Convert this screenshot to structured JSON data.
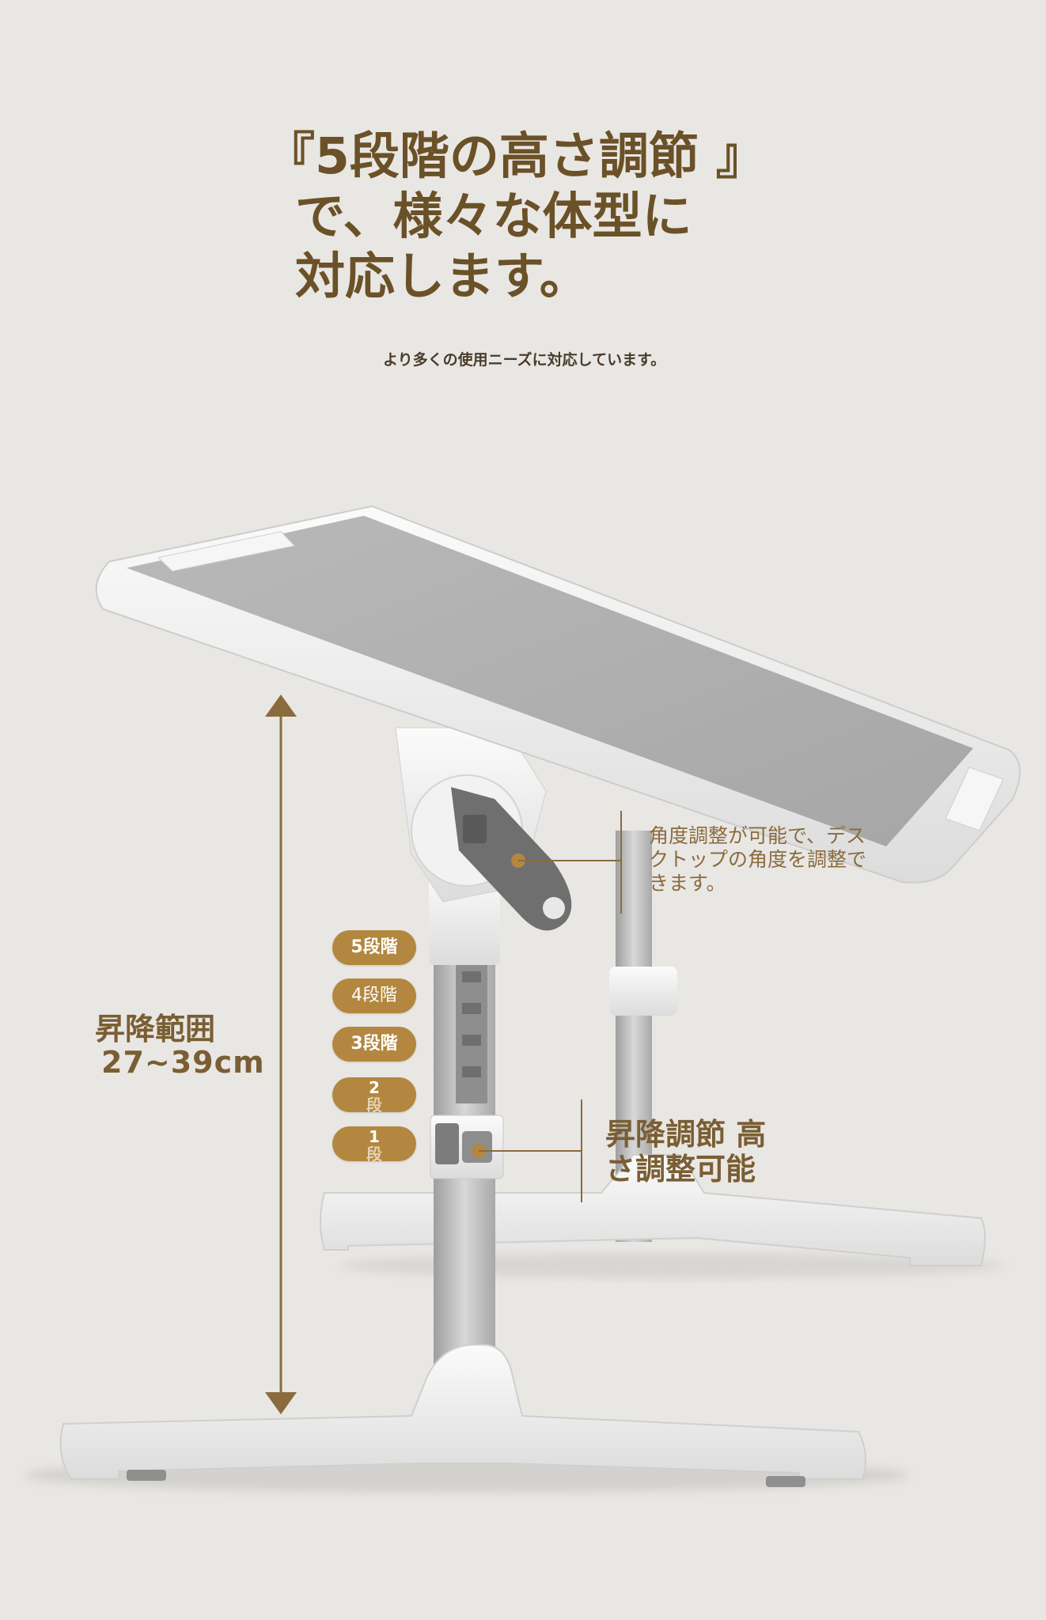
{
  "headline": {
    "line1": "『5段階の高さ調節 』",
    "line2": "で、様々な体型に",
    "line3": "対応します。"
  },
  "subtitle": "より多くの使用ニーズに対応しています。",
  "range_label": {
    "title": "昇降範囲",
    "value": "27~39cm"
  },
  "angle_label": "角度調整が可能で、デスクトップの角度を調整できます。",
  "lift_label": "昇降調節 高さ調整可能",
  "levels": [
    {
      "label": "5段階"
    },
    {
      "label": "4段階"
    },
    {
      "label": "3段階"
    },
    {
      "label_top": "2",
      "label_bottom": "段"
    },
    {
      "label_top": "1",
      "label_bottom": "段"
    }
  ],
  "colors": {
    "background": "#e9e7e4",
    "headline": "#6b5127",
    "accent": "#b3873f",
    "arrow": "#8a6b3e"
  }
}
